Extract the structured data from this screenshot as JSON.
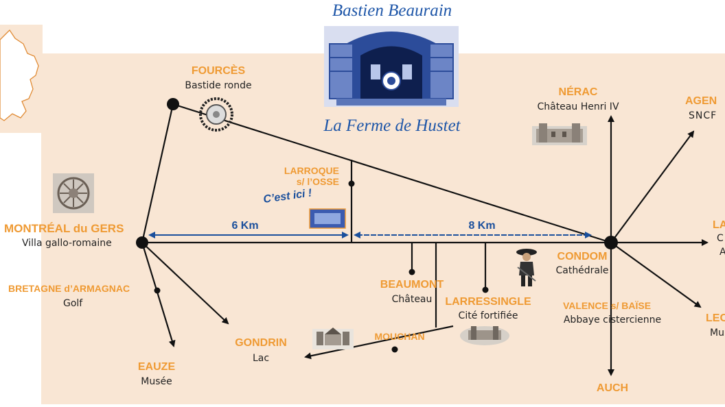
{
  "brand": {
    "name_top": "Bastien Beaurain",
    "name_bottom": "La Ferme de Hustet"
  },
  "colors": {
    "background": "#f9e6d4",
    "place": "#ef9a33",
    "road": "#111111",
    "distance": "#1a4f9c"
  },
  "marker": {
    "text": "C’est ici !"
  },
  "distances": {
    "left": "6 Km",
    "right": "8 Km"
  },
  "places": {
    "fources": {
      "name": "FOURCÈS",
      "sub": "Bastide ronde"
    },
    "montreal": {
      "name": "MONTRÉAL du GERS",
      "sub": "Villa gallo-romaine"
    },
    "larroque": {
      "name_line1": "LARROQUE",
      "name_line2": "s/ l’OSSE"
    },
    "bretagne": {
      "name": "BRETAGNE d’ARMAGNAC",
      "sub": "Golf"
    },
    "eauze": {
      "name": "EAUZE",
      "sub": "Musée"
    },
    "gondrin": {
      "name": "GONDRIN",
      "sub": "Lac"
    },
    "mouchan": {
      "name": "MOUCHAN"
    },
    "beaumont": {
      "name": "BEAUMONT",
      "sub": "Château"
    },
    "larressingle": {
      "name": "LARRESSINGLE",
      "sub": "Cité fortifiée"
    },
    "condom": {
      "name": "CONDOM",
      "sub": "Cathédrale"
    },
    "valence": {
      "name": "VALENCE s/ BAÏSE",
      "sub": "Abbaye cistercienne"
    },
    "auch": {
      "name": "AUCH"
    },
    "nerac": {
      "name": "NÉRAC",
      "sub": "Château Henri IV"
    },
    "agen": {
      "name": "AGEN",
      "sub": "SNCF"
    },
    "la_partial": {
      "name": "LA",
      "sub_a": "C",
      "sub_b": "A"
    },
    "lec_partial": {
      "name": "LEC",
      "sub": "Mu"
    }
  },
  "icons": {
    "fources_thumb": "round-bastide-icon",
    "montreal_thumb": "mosaic-icon",
    "nerac_thumb": "chateau-icon",
    "condom_thumb": "musketeer-icon",
    "gondrin_thumb": "castle-icon",
    "larressingle_thumb": "fortified-city-icon",
    "farm_logo": "farm-barn-icon",
    "inset": "france-map-icon"
  }
}
